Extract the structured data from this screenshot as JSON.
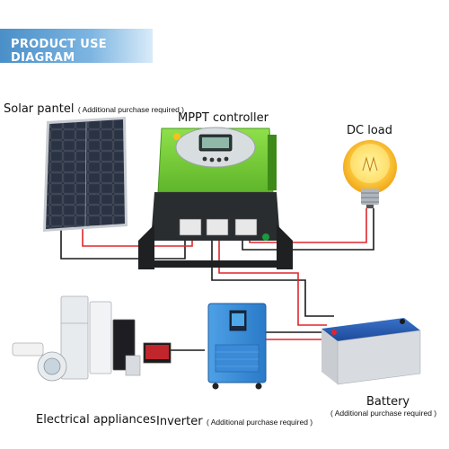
{
  "banner": {
    "title": "PRODUCT USE DIAGRAM"
  },
  "labels": {
    "solar": "Solar pantel",
    "solar_note": "( Additional purchase required )",
    "controller": "MPPT controller",
    "dc_load": "DC load",
    "battery": "Battery",
    "battery_note": "( Additional purchase required )",
    "appliances": "Electrical appliances",
    "inverter": "Inverter",
    "inverter_note": "( Additional purchase required )"
  },
  "colors": {
    "banner": "#4a8fc8",
    "controller_body": "#7ccf3a",
    "wire_red": "#e0262b",
    "wire_black": "#1a1a1a"
  }
}
